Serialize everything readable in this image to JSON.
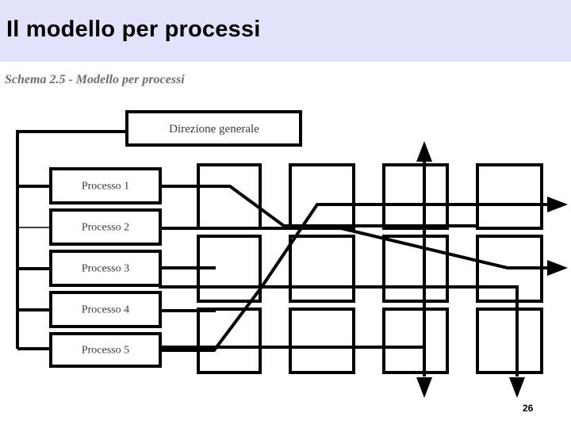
{
  "slide": {
    "title": "Il modello per processi",
    "page_number": "26",
    "title_band_color": "#e2e2fa",
    "background_color": "#ffffff",
    "line_color": "#000000"
  },
  "figure": {
    "caption": "Schema 2.5 - Modello per processi",
    "top_box": {
      "label": "Direzione generale"
    },
    "process_boxes": [
      {
        "label": "Processo 1"
      },
      {
        "label": "Processo 2"
      },
      {
        "label": "Processo 3"
      },
      {
        "label": "Processo 4"
      },
      {
        "label": "Processo 5"
      }
    ],
    "grid": {
      "columns": 4,
      "rows": 3,
      "cells": [
        {
          "label": ""
        },
        {
          "label": ""
        },
        {
          "label": ""
        },
        {
          "label": ""
        },
        {
          "label": ""
        },
        {
          "label": ""
        },
        {
          "label": ""
        },
        {
          "label": ""
        },
        {
          "label": ""
        },
        {
          "label": ""
        },
        {
          "label": ""
        },
        {
          "label": ""
        }
      ]
    },
    "arrows": [
      {
        "name": "arrow-up-col3",
        "direction": "up"
      },
      {
        "name": "arrow-right-row1",
        "direction": "right"
      },
      {
        "name": "arrow-right-row2",
        "direction": "right"
      },
      {
        "name": "arrow-down-col3",
        "direction": "down"
      },
      {
        "name": "arrow-down-col4",
        "direction": "down"
      }
    ]
  }
}
